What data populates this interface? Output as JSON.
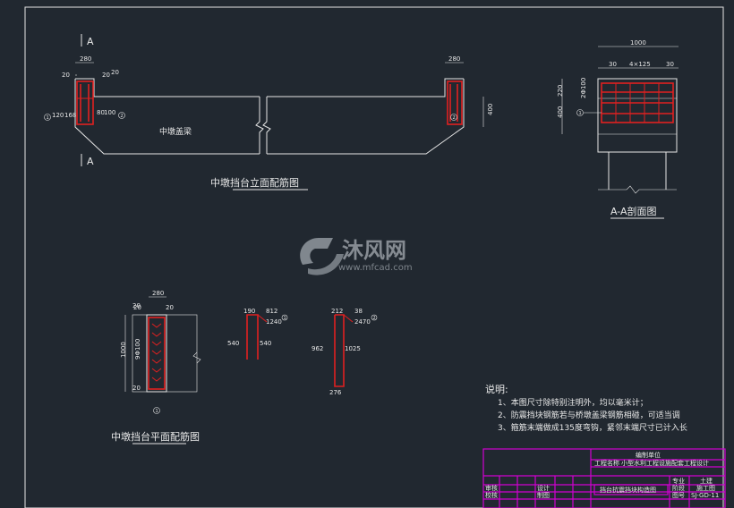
{
  "elevation": {
    "title": "中墩挡台立面配筋图",
    "section_mark": "A",
    "beam_label": "中墩盖梁",
    "dims": [
      "280",
      "20",
      "20",
      "20",
      "120",
      "168",
      "80",
      "100",
      "280",
      "400"
    ],
    "rebar_numbers": [
      "1",
      "2",
      "2"
    ]
  },
  "section": {
    "title": "A-A剖面图",
    "dims": [
      "1000",
      "30",
      "4×125",
      "30",
      "220",
      "400",
      "2Φ100"
    ],
    "rebar_number": "1"
  },
  "plan": {
    "title": "中墩挡台平面配筋图",
    "dims": [
      "280",
      "20",
      "20",
      "1000",
      "9Φ100",
      "20",
      "20"
    ],
    "rebar_number": "1"
  },
  "bar_shapes": [
    {
      "top": "190",
      "hook": "812",
      "total": "1240",
      "left": "540",
      "right": "540",
      "num": "1"
    },
    {
      "top": "212",
      "hook": "38",
      "total": "2470",
      "left": "962",
      "right": "1025",
      "bottom": "276",
      "num": "2"
    }
  ],
  "notes": {
    "heading": "说明:",
    "items": [
      "1、本图尺寸除特别注明外，均以毫米计；",
      "2、防震挡块钢筋若与桥墩盖梁钢筋相碰，可适当调",
      "3、箍筋末端做成135度弯钩，紧邻末端尺寸已计入长"
    ]
  },
  "title_block": {
    "unit_label": "编制单位",
    "project_label": "工程名称",
    "project_name": "小型水利工程设施配套工程设计",
    "drawing_name": "挡台抗震挡块构造图",
    "rows_left": [
      "审核",
      "校核"
    ],
    "rows_mid": [
      "设计",
      "制图"
    ],
    "right_labels": [
      "专业",
      "阶段",
      "图号"
    ],
    "right_values": [
      "土建",
      "施工图",
      "SJ-GD-11"
    ]
  },
  "watermark": {
    "brand": "沐风网",
    "url": "www.mfcad.com"
  },
  "colors": {
    "background": "#212830",
    "lines": "#e6e6e6",
    "rebar": "#e02020",
    "title_block": "#d000d0"
  }
}
